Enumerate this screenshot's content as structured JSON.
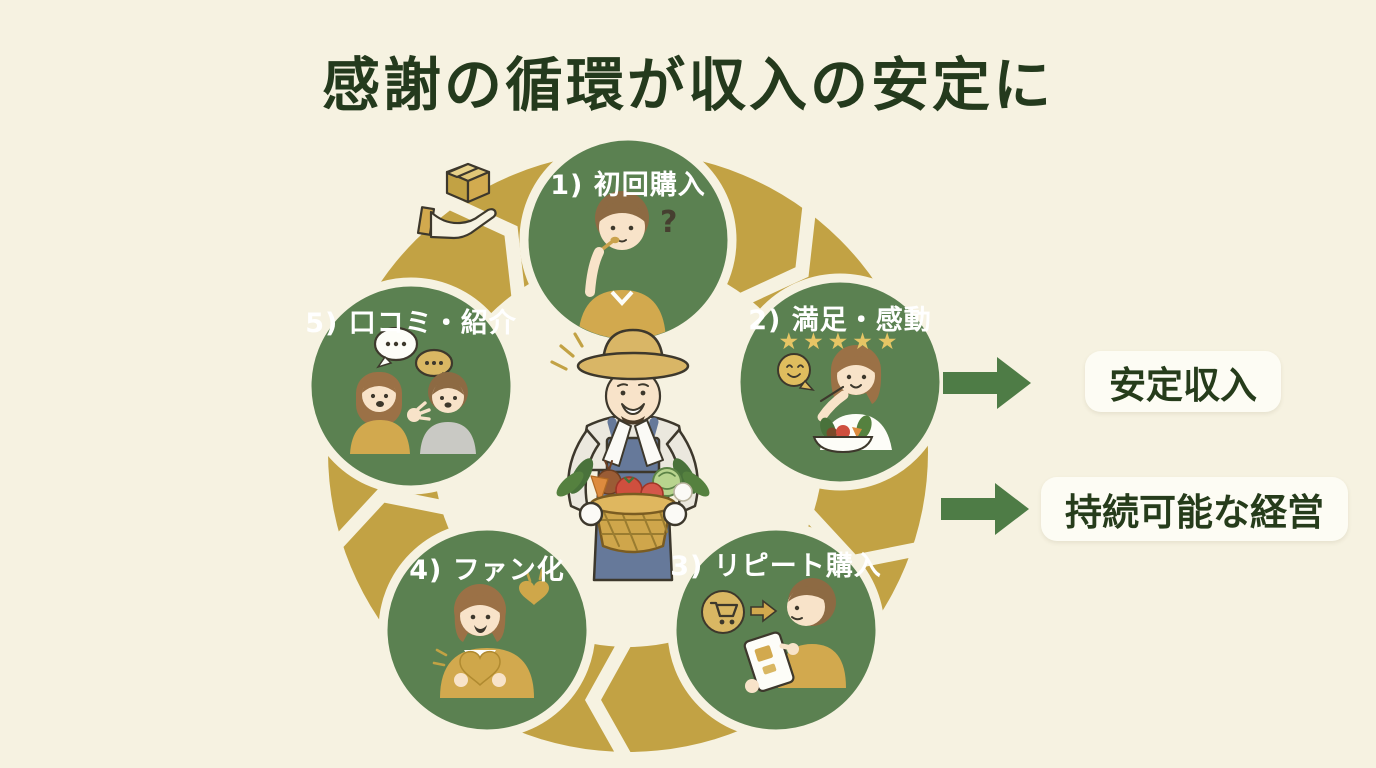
{
  "title": "感謝の循環が収入の安定に",
  "cycle": {
    "steps": [
      {
        "label": "1) 初回購入",
        "icon": "first-purchase-tasting-illustration",
        "question_mark": "?"
      },
      {
        "label": "2) 満足・感動",
        "icon": "satisfaction-eating-illustration",
        "rating_stars": "★★★★★"
      },
      {
        "label": "3) リピート購入",
        "icon": "repeat-purchase-tablet-illustration"
      },
      {
        "label": "4) ファン化",
        "icon": "fan-with-heart-illustration"
      },
      {
        "label": "5) 口コミ・紹介",
        "icon": "word-of-mouth-illustration"
      }
    ],
    "center_icon": "farmer-with-vegetable-basket-illustration",
    "delivery_icon": "hand-offering-box-icon"
  },
  "outcomes": [
    {
      "label": "安定収入",
      "icon": "right-arrow-icon"
    },
    {
      "label": "持続可能な経営",
      "icon": "right-arrow-icon"
    }
  ],
  "colors": {
    "background": "#f6f2e1",
    "title_text": "#243a1d",
    "circle_green": "#5b8151",
    "band_gold": "#c2a244",
    "star_gold": "#e6c565",
    "step_label_text": "#ffffff",
    "outcome_text": "#263c1b",
    "outcome_box": "#fdfcf4",
    "arrow_green": "#4e7c46"
  }
}
